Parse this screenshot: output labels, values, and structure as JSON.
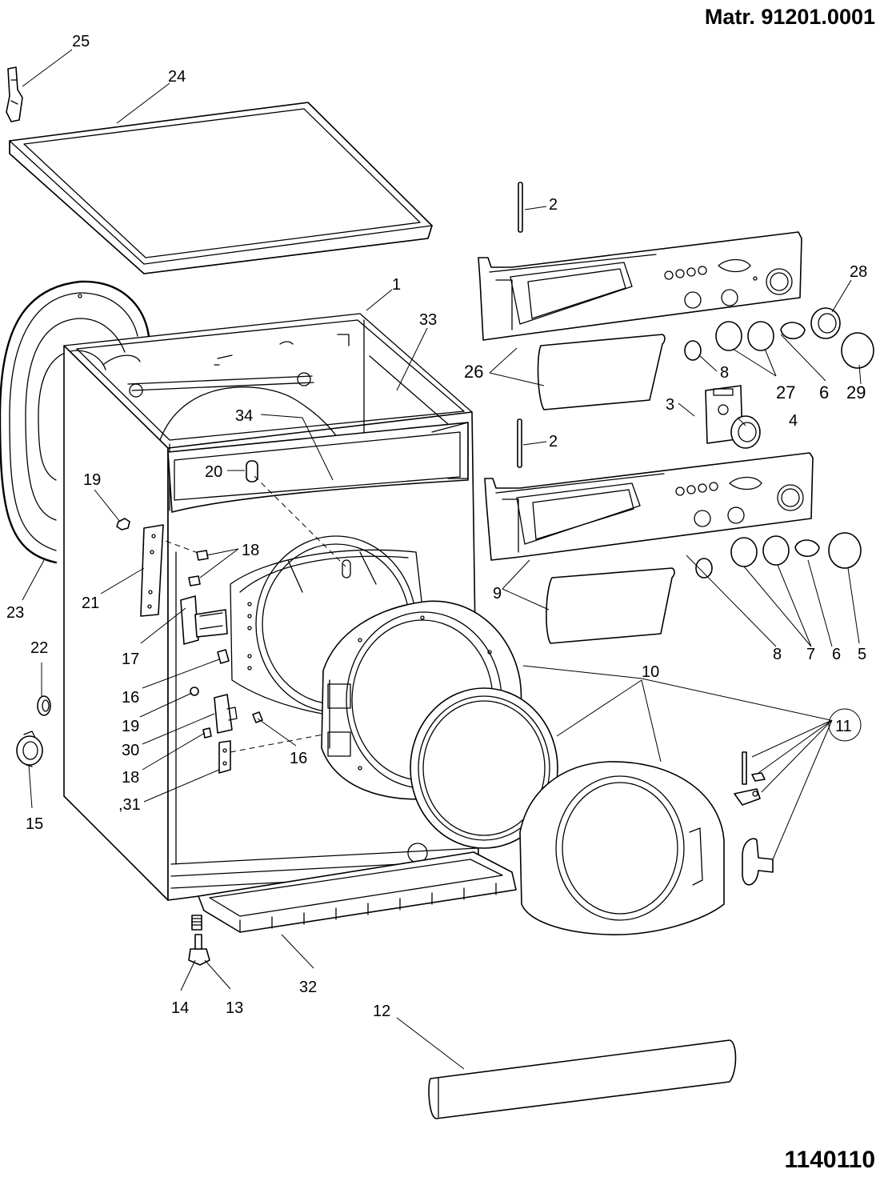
{
  "header": {
    "matricola": "Matr. 91201.0001",
    "document_number": "1140110"
  },
  "callouts": {
    "c1": "1",
    "c2a": "2",
    "c2b": "2",
    "c3": "3",
    "c4": "4",
    "c5": "5",
    "c6a": "6",
    "c6b": "6",
    "c7": "7",
    "c8a": "8",
    "c8b": "8",
    "c9": "9",
    "c10": "10",
    "c11": "11",
    "c12": "12",
    "c13": "13",
    "c14": "14",
    "c15": "15",
    "c16a": "16",
    "c16b": "16",
    "c17": "17",
    "c18a": "18",
    "c18b": "18",
    "c19a": "19",
    "c19b": "19",
    "c20": "20",
    "c21": "21",
    "c22": "22",
    "c23": "23",
    "c24": "24",
    "c25": "25",
    "c26": "26",
    "c27": "27",
    "c28": "28",
    "c29": "29",
    "c30": "30",
    "c31": ",31",
    "c32": "32",
    "c33": "33",
    "c34": "34"
  }
}
